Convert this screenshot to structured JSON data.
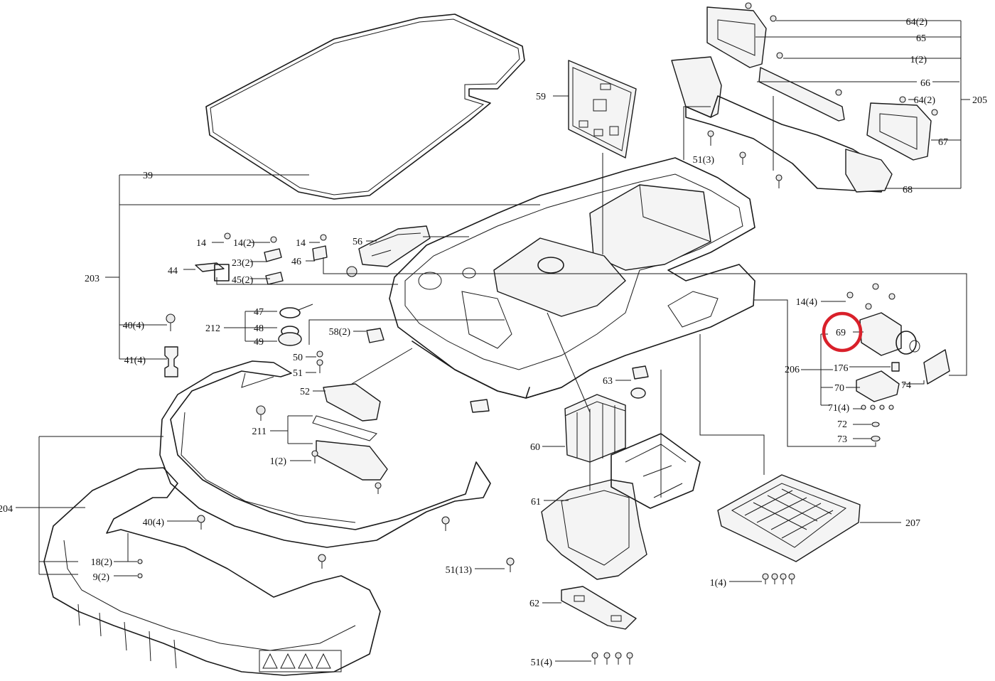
{
  "highlight": {
    "target": "69",
    "color": "#d9202a"
  },
  "labels": {
    "l64a": "64(2)",
    "l65": "65",
    "l1a": "1(2)",
    "l66": "66",
    "l64b": "64(2)",
    "l205": "205",
    "l67": "67",
    "l68": "68",
    "l51a": "51(3)",
    "l59": "59",
    "l39": "39",
    "l203": "203",
    "l14a": "14",
    "l14b": "14(2)",
    "l23": "23(2)",
    "l44": "44",
    "l45": "45(2)",
    "l14c": "14",
    "l46": "46",
    "l56": "56",
    "l14d": "14(4)",
    "l69": "69",
    "l206": "206",
    "l176": "176",
    "l74": "74",
    "l70": "70",
    "l71": "71(4)",
    "l72": "72",
    "l73": "73",
    "l47": "47",
    "l212": "212",
    "l48": "48",
    "l49": "49",
    "l50": "50",
    "l51b": "51",
    "l58": "58(2)",
    "l40a": "40(4)",
    "l41": "41(4)",
    "l52": "52",
    "l63": "63",
    "l211": "211",
    "l1b": "1(2)",
    "l60": "60",
    "l204": "204",
    "l61": "61",
    "l40b": "40(4)",
    "l18": "18(2)",
    "l9": "9(2)",
    "l51c": "51(13)",
    "l207": "207",
    "l1c": "1(4)",
    "l62": "62",
    "l51d": "51(4)"
  }
}
